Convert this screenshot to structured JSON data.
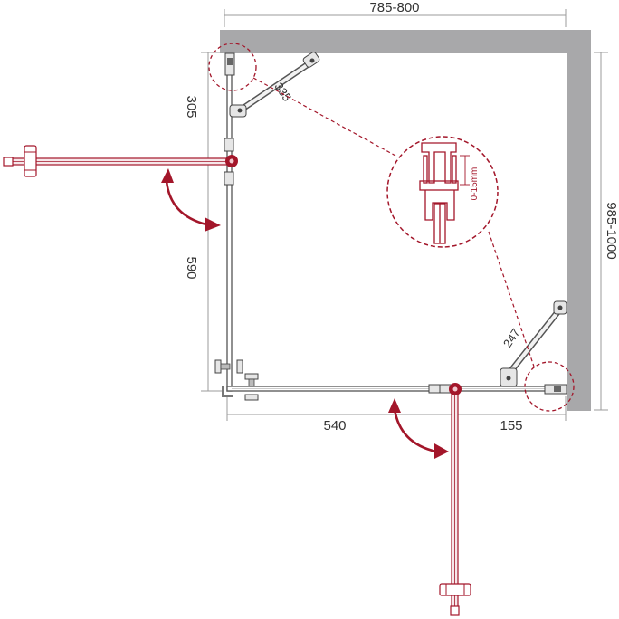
{
  "dimensions": {
    "top_width": "785-800",
    "right_height": "985-1000",
    "left_upper": "305",
    "left_lower": "590",
    "bottom_left": "540",
    "bottom_right": "155",
    "brace_top": "335",
    "brace_bottom": "247",
    "detail_gap": "0-15mm"
  },
  "colors": {
    "accent": "#a3162a",
    "wall": "#a8a8aa",
    "dimension": "#9b9b9b"
  },
  "icons": [
    "door-swing-arrow-icon",
    "hinge-icon",
    "handle-icon",
    "detail-magnifier-icon"
  ]
}
